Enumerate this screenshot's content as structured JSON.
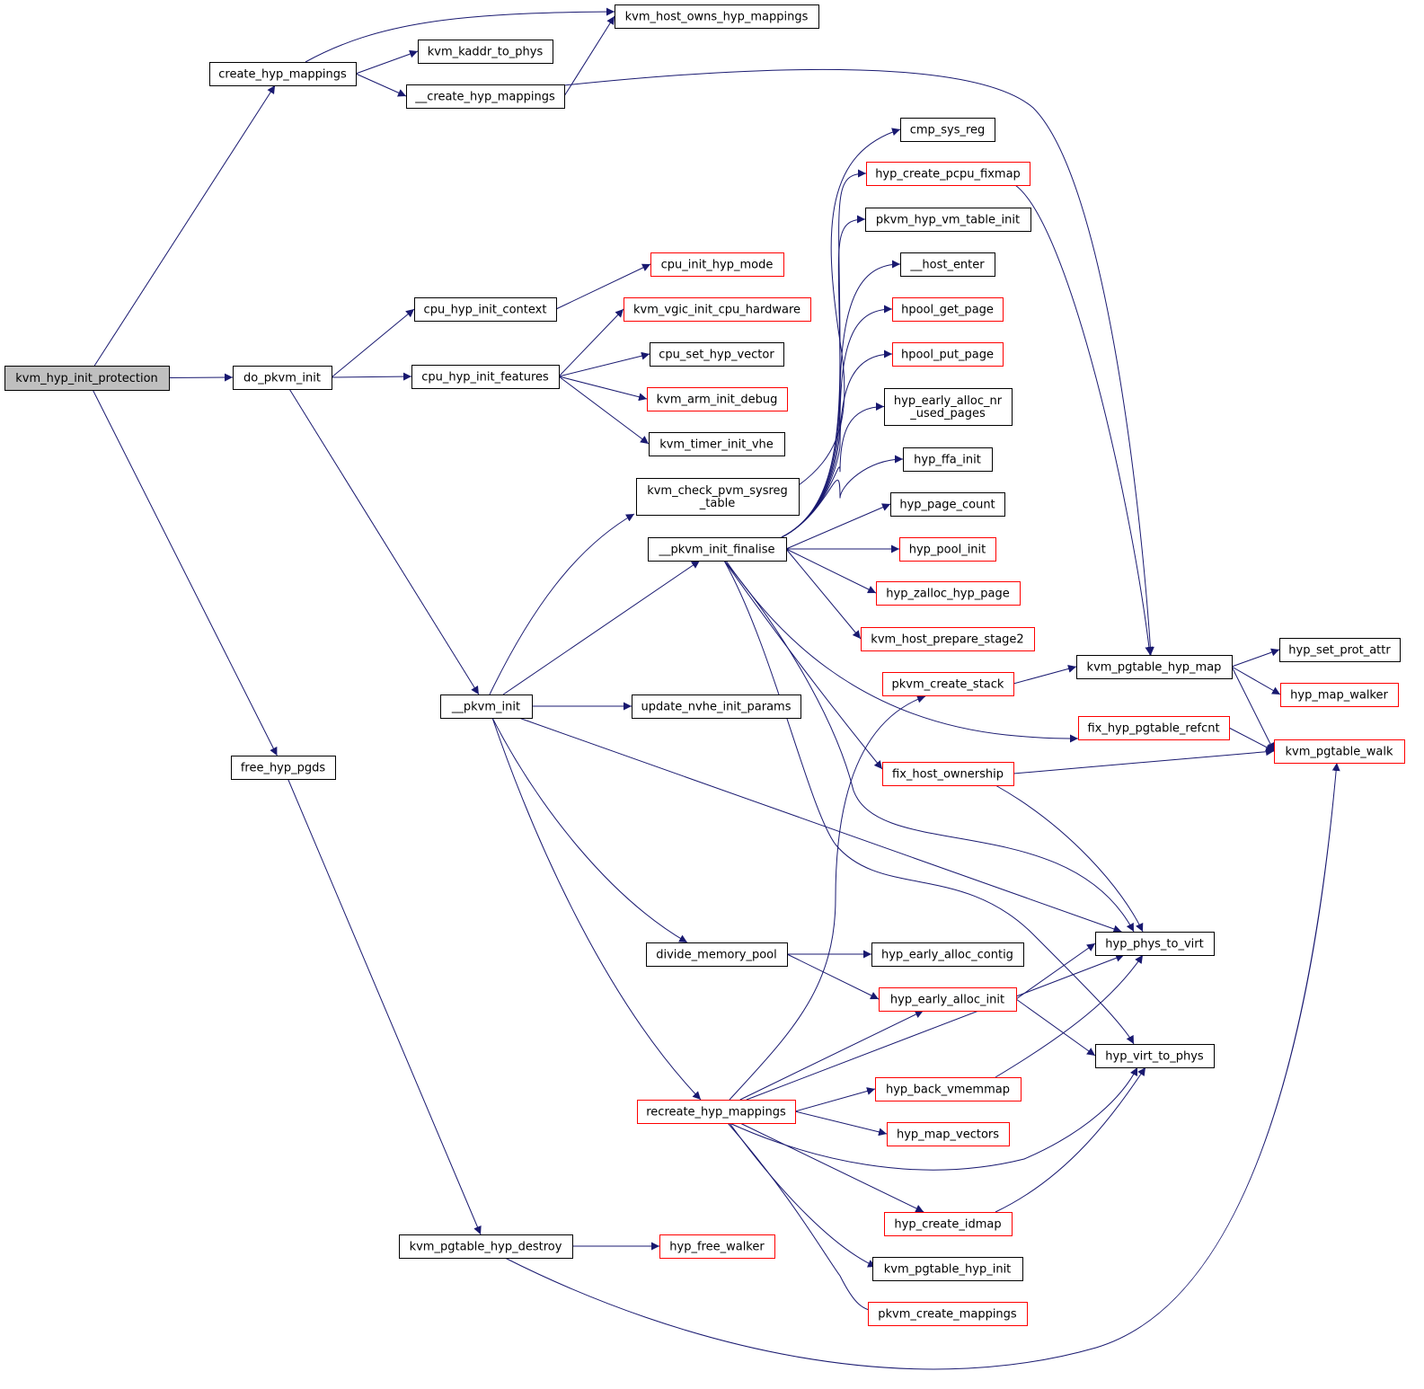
{
  "colors": {
    "edge": "#191970",
    "root_fill": "#bfbfbf",
    "black": "#000000",
    "red": "#ff0000"
  },
  "nodes": {
    "root": {
      "lines": [
        "kvm_hyp_init_protection"
      ],
      "border": "black",
      "root": true
    },
    "create_hyp_mappings": {
      "lines": [
        "create_hyp_mappings"
      ],
      "border": "black"
    },
    "kvm_host_owns_hyp_mappings": {
      "lines": [
        "kvm_host_owns_hyp_mappings"
      ],
      "border": "black"
    },
    "kvm_kaddr_to_phys": {
      "lines": [
        "kvm_kaddr_to_phys"
      ],
      "border": "black"
    },
    "__create_hyp_mappings": {
      "lines": [
        "__create_hyp_mappings"
      ],
      "border": "black"
    },
    "do_pkvm_init": {
      "lines": [
        "do_pkvm_init"
      ],
      "border": "black"
    },
    "cpu_hyp_init_context": {
      "lines": [
        "cpu_hyp_init_context"
      ],
      "border": "black"
    },
    "cpu_init_hyp_mode": {
      "lines": [
        "cpu_init_hyp_mode"
      ],
      "border": "red"
    },
    "cpu_hyp_init_features": {
      "lines": [
        "cpu_hyp_init_features"
      ],
      "border": "black"
    },
    "kvm_vgic_init_cpu_hardware": {
      "lines": [
        "kvm_vgic_init_cpu_hardware"
      ],
      "border": "red"
    },
    "cpu_set_hyp_vector": {
      "lines": [
        "cpu_set_hyp_vector"
      ],
      "border": "black"
    },
    "kvm_arm_init_debug": {
      "lines": [
        "kvm_arm_init_debug"
      ],
      "border": "red"
    },
    "kvm_timer_init_vhe": {
      "lines": [
        "kvm_timer_init_vhe"
      ],
      "border": "black"
    },
    "free_hyp_pgds": {
      "lines": [
        "free_hyp_pgds"
      ],
      "border": "black"
    },
    "__pkvm_init": {
      "lines": [
        "__pkvm_init"
      ],
      "border": "black"
    },
    "kvm_check_pvm_sysreg_table": {
      "lines": [
        "kvm_check_pvm_sysreg",
        "_table"
      ],
      "border": "black"
    },
    "__pkvm_init_finalise": {
      "lines": [
        "__pkvm_init_finalise"
      ],
      "border": "black"
    },
    "update_nvhe_init_params": {
      "lines": [
        "update_nvhe_init_params"
      ],
      "border": "black"
    },
    "divide_memory_pool": {
      "lines": [
        "divide_memory_pool"
      ],
      "border": "black"
    },
    "recreate_hyp_mappings": {
      "lines": [
        "recreate_hyp_mappings"
      ],
      "border": "red"
    },
    "kvm_pgtable_hyp_destroy": {
      "lines": [
        "kvm_pgtable_hyp_destroy"
      ],
      "border": "black"
    },
    "hyp_free_walker": {
      "lines": [
        "hyp_free_walker"
      ],
      "border": "red"
    },
    "cmp_sys_reg": {
      "lines": [
        "cmp_sys_reg"
      ],
      "border": "black"
    },
    "hyp_create_pcpu_fixmap": {
      "lines": [
        "hyp_create_pcpu_fixmap"
      ],
      "border": "red"
    },
    "pkvm_hyp_vm_table_init": {
      "lines": [
        "pkvm_hyp_vm_table_init"
      ],
      "border": "black"
    },
    "__host_enter": {
      "lines": [
        "__host_enter"
      ],
      "border": "black"
    },
    "hpool_get_page": {
      "lines": [
        "hpool_get_page"
      ],
      "border": "red"
    },
    "hpool_put_page": {
      "lines": [
        "hpool_put_page"
      ],
      "border": "red"
    },
    "hyp_early_alloc_nr_used_pages": {
      "lines": [
        "hyp_early_alloc_nr",
        "_used_pages"
      ],
      "border": "black"
    },
    "hyp_ffa_init": {
      "lines": [
        "hyp_ffa_init"
      ],
      "border": "black"
    },
    "hyp_page_count": {
      "lines": [
        "hyp_page_count"
      ],
      "border": "black"
    },
    "hyp_pool_init": {
      "lines": [
        "hyp_pool_init"
      ],
      "border": "red"
    },
    "hyp_zalloc_hyp_page": {
      "lines": [
        "hyp_zalloc_hyp_page"
      ],
      "border": "red"
    },
    "kvm_host_prepare_stage2": {
      "lines": [
        "kvm_host_prepare_stage2"
      ],
      "border": "red"
    },
    "pkvm_create_stack": {
      "lines": [
        "pkvm_create_stack"
      ],
      "border": "red"
    },
    "fix_hyp_pgtable_refcnt": {
      "lines": [
        "fix_hyp_pgtable_refcnt"
      ],
      "border": "red"
    },
    "fix_host_ownership": {
      "lines": [
        "fix_host_ownership"
      ],
      "border": "red"
    },
    "hyp_early_alloc_contig": {
      "lines": [
        "hyp_early_alloc_contig"
      ],
      "border": "black"
    },
    "hyp_early_alloc_init": {
      "lines": [
        "hyp_early_alloc_init"
      ],
      "border": "red"
    },
    "hyp_back_vmemmap": {
      "lines": [
        "hyp_back_vmemmap"
      ],
      "border": "red"
    },
    "hyp_map_vectors": {
      "lines": [
        "hyp_map_vectors"
      ],
      "border": "red"
    },
    "hyp_create_idmap": {
      "lines": [
        "hyp_create_idmap"
      ],
      "border": "red"
    },
    "kvm_pgtable_hyp_init": {
      "lines": [
        "kvm_pgtable_hyp_init"
      ],
      "border": "black"
    },
    "pkvm_create_mappings": {
      "lines": [
        "pkvm_create_mappings"
      ],
      "border": "red"
    },
    "kvm_pgtable_hyp_map": {
      "lines": [
        "kvm_pgtable_hyp_map"
      ],
      "border": "black"
    },
    "hyp_phys_to_virt": {
      "lines": [
        "hyp_phys_to_virt"
      ],
      "border": "black"
    },
    "hyp_virt_to_phys": {
      "lines": [
        "hyp_virt_to_phys"
      ],
      "border": "black"
    },
    "hyp_set_prot_attr": {
      "lines": [
        "hyp_set_prot_attr"
      ],
      "border": "black"
    },
    "hyp_map_walker": {
      "lines": [
        "hyp_map_walker"
      ],
      "border": "red"
    },
    "kvm_pgtable_walk": {
      "lines": [
        "kvm_pgtable_walk"
      ],
      "border": "red"
    }
  },
  "edges": [
    [
      "root",
      "create_hyp_mappings"
    ],
    [
      "root",
      "do_pkvm_init"
    ],
    [
      "root",
      "free_hyp_pgds"
    ],
    [
      "create_hyp_mappings",
      "kvm_host_owns_hyp_mappings"
    ],
    [
      "create_hyp_mappings",
      "kvm_kaddr_to_phys"
    ],
    [
      "create_hyp_mappings",
      "__create_hyp_mappings"
    ],
    [
      "__create_hyp_mappings",
      "kvm_host_owns_hyp_mappings"
    ],
    [
      "__create_hyp_mappings",
      "kvm_pgtable_hyp_map"
    ],
    [
      "do_pkvm_init",
      "cpu_hyp_init_context"
    ],
    [
      "do_pkvm_init",
      "cpu_hyp_init_features"
    ],
    [
      "do_pkvm_init",
      "__pkvm_init"
    ],
    [
      "cpu_hyp_init_context",
      "cpu_init_hyp_mode"
    ],
    [
      "cpu_hyp_init_features",
      "kvm_vgic_init_cpu_hardware"
    ],
    [
      "cpu_hyp_init_features",
      "cpu_set_hyp_vector"
    ],
    [
      "cpu_hyp_init_features",
      "kvm_arm_init_debug"
    ],
    [
      "cpu_hyp_init_features",
      "kvm_timer_init_vhe"
    ],
    [
      "free_hyp_pgds",
      "kvm_pgtable_hyp_destroy"
    ],
    [
      "__pkvm_init",
      "kvm_check_pvm_sysreg_table"
    ],
    [
      "__pkvm_init",
      "__pkvm_init_finalise"
    ],
    [
      "__pkvm_init",
      "update_nvhe_init_params"
    ],
    [
      "__pkvm_init",
      "hyp_phys_to_virt"
    ],
    [
      "__pkvm_init",
      "divide_memory_pool"
    ],
    [
      "__pkvm_init",
      "recreate_hyp_mappings"
    ],
    [
      "kvm_check_pvm_sysreg_table",
      "cmp_sys_reg"
    ],
    [
      "__pkvm_init_finalise",
      "hyp_create_pcpu_fixmap"
    ],
    [
      "__pkvm_init_finalise",
      "pkvm_hyp_vm_table_init"
    ],
    [
      "__pkvm_init_finalise",
      "__host_enter"
    ],
    [
      "__pkvm_init_finalise",
      "hpool_get_page"
    ],
    [
      "__pkvm_init_finalise",
      "hpool_put_page"
    ],
    [
      "__pkvm_init_finalise",
      "hyp_early_alloc_nr_used_pages"
    ],
    [
      "__pkvm_init_finalise",
      "hyp_ffa_init"
    ],
    [
      "__pkvm_init_finalise",
      "hyp_page_count"
    ],
    [
      "__pkvm_init_finalise",
      "hyp_pool_init"
    ],
    [
      "__pkvm_init_finalise",
      "hyp_zalloc_hyp_page"
    ],
    [
      "__pkvm_init_finalise",
      "kvm_host_prepare_stage2"
    ],
    [
      "__pkvm_init_finalise",
      "fix_hyp_pgtable_refcnt"
    ],
    [
      "__pkvm_init_finalise",
      "fix_host_ownership"
    ],
    [
      "__pkvm_init_finalise",
      "hyp_phys_to_virt"
    ],
    [
      "__pkvm_init_finalise",
      "hyp_virt_to_phys"
    ],
    [
      "hyp_create_pcpu_fixmap",
      "kvm_pgtable_hyp_map"
    ],
    [
      "divide_memory_pool",
      "hyp_early_alloc_contig"
    ],
    [
      "divide_memory_pool",
      "hyp_early_alloc_init"
    ],
    [
      "recreate_hyp_mappings",
      "pkvm_create_stack"
    ],
    [
      "recreate_hyp_mappings",
      "hyp_early_alloc_init"
    ],
    [
      "recreate_hyp_mappings",
      "hyp_phys_to_virt"
    ],
    [
      "recreate_hyp_mappings",
      "hyp_back_vmemmap"
    ],
    [
      "recreate_hyp_mappings",
      "hyp_map_vectors"
    ],
    [
      "recreate_hyp_mappings",
      "hyp_virt_to_phys"
    ],
    [
      "recreate_hyp_mappings",
      "hyp_create_idmap"
    ],
    [
      "recreate_hyp_mappings",
      "kvm_pgtable_hyp_init"
    ],
    [
      "recreate_hyp_mappings",
      "pkvm_create_mappings"
    ],
    [
      "kvm_pgtable_hyp_destroy",
      "hyp_free_walker"
    ],
    [
      "kvm_pgtable_hyp_destroy",
      "kvm_pgtable_walk"
    ],
    [
      "pkvm_create_stack",
      "kvm_pgtable_hyp_map"
    ],
    [
      "kvm_pgtable_hyp_map",
      "hyp_set_prot_attr"
    ],
    [
      "kvm_pgtable_hyp_map",
      "hyp_map_walker"
    ],
    [
      "kvm_pgtable_hyp_map",
      "kvm_pgtable_walk"
    ],
    [
      "fix_hyp_pgtable_refcnt",
      "kvm_pgtable_walk"
    ],
    [
      "fix_host_ownership",
      "kvm_pgtable_walk"
    ],
    [
      "fix_host_ownership",
      "hyp_phys_to_virt"
    ],
    [
      "hyp_early_alloc_init",
      "hyp_phys_to_virt"
    ],
    [
      "hyp_early_alloc_init",
      "hyp_virt_to_phys"
    ],
    [
      "hyp_back_vmemmap",
      "hyp_phys_to_virt"
    ],
    [
      "hyp_create_idmap",
      "hyp_virt_to_phys"
    ]
  ]
}
